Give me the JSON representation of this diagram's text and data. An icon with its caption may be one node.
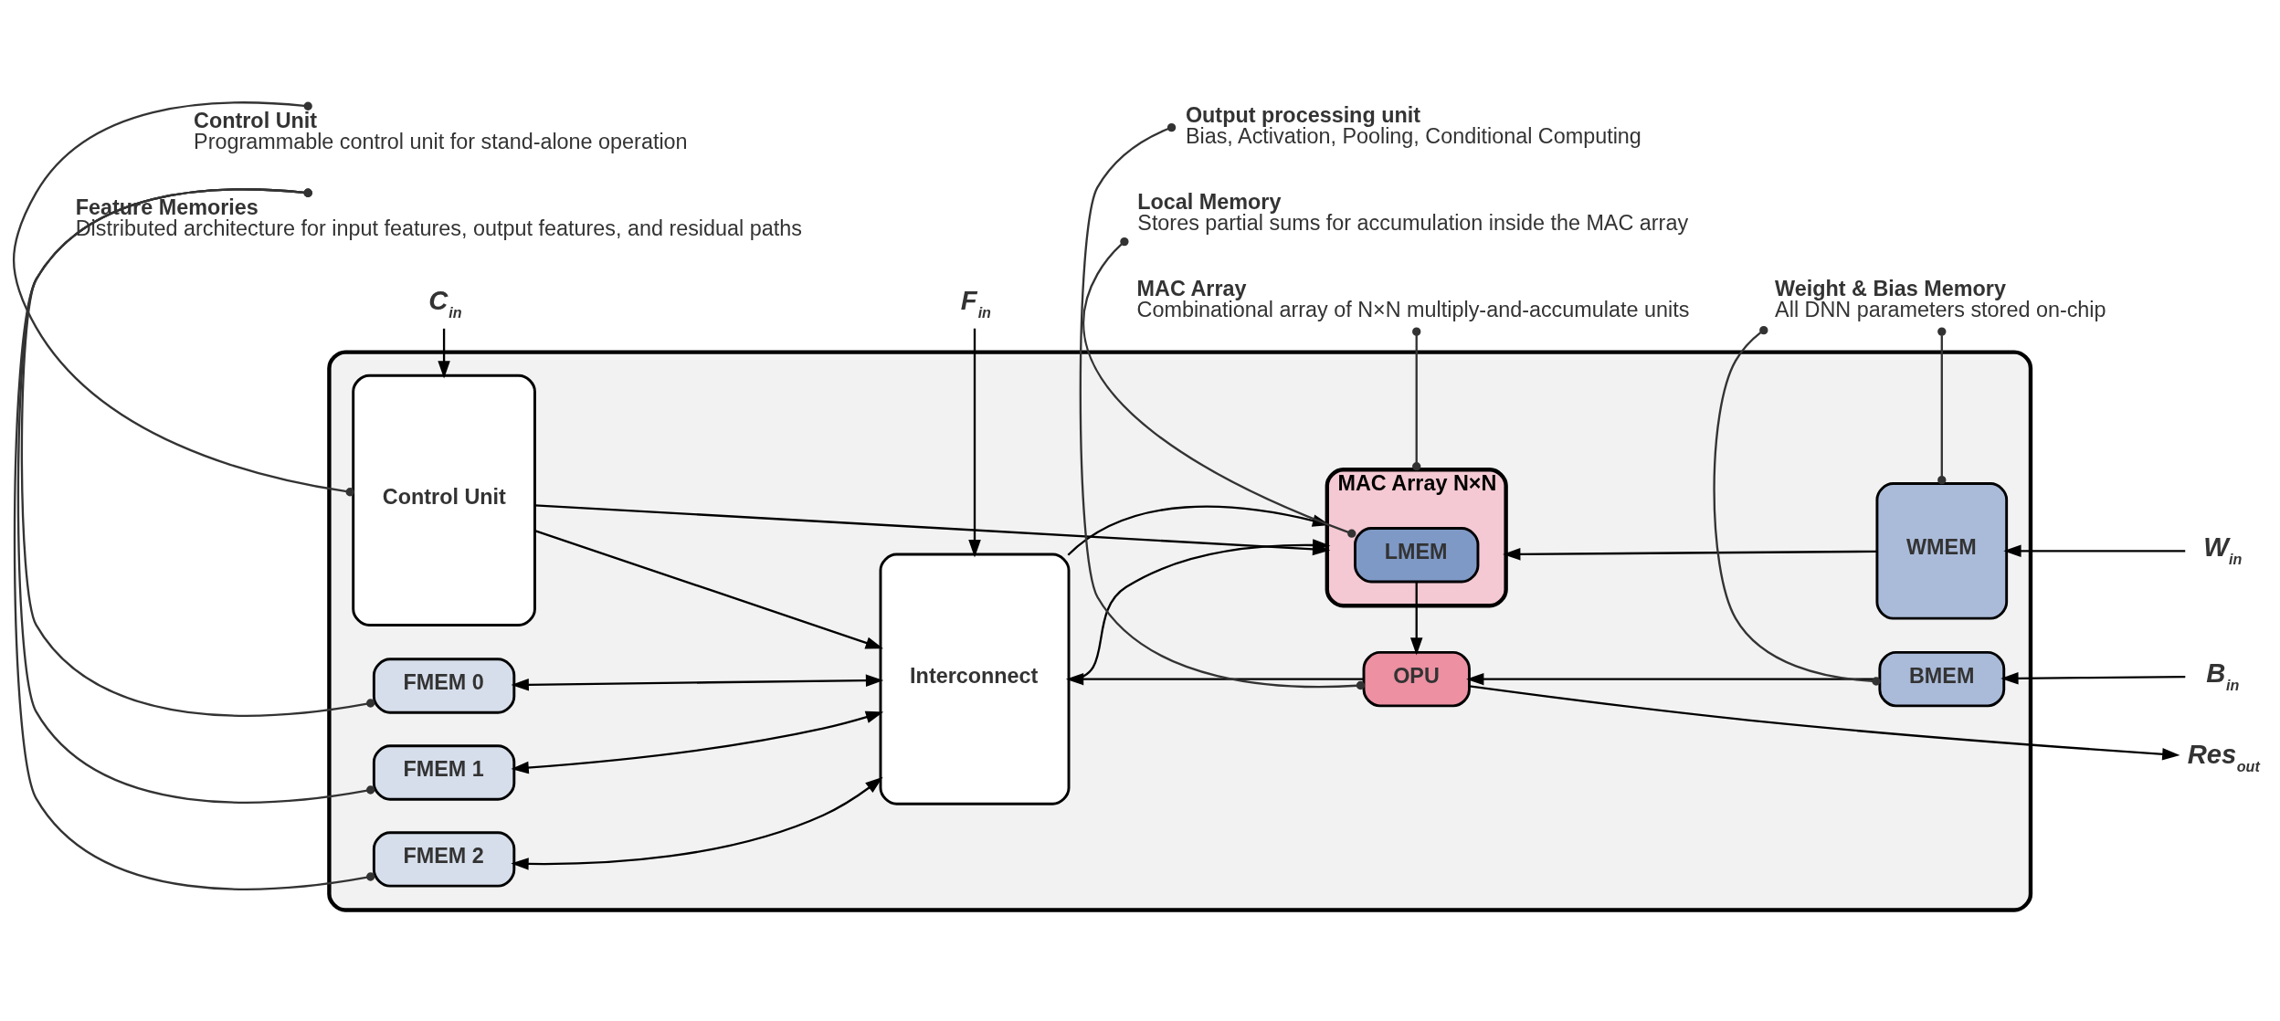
{
  "diagram": {
    "nodes": [
      {
        "text": [],
        "shape": "box"
      },
      {
        "text": [
          "Control Unit"
        ],
        "in": 0
      },
      {
        "text": [
          "FMEM 0"
        ],
        "in": 0
      },
      {
        "text": [
          "FMEM 1"
        ],
        "in": 0
      },
      {
        "text": [
          "FMEM 2"
        ],
        "in": 0
      },
      {
        "text": [
          "Interconnect"
        ],
        "in": 0
      },
      {
        "text": [
          "MAC Array N×N"
        ],
        "in": 0
      },
      {
        "text": [
          "LMEM"
        ],
        "in": 6
      },
      {
        "text": [
          "OPU"
        ],
        "in": 0
      },
      {
        "text": [
          "WMEM"
        ],
        "in": 0
      },
      {
        "text": [
          "BMEM"
        ],
        "in": 0
      },
      {
        "text": [
          "C$_{in}$"
        ]
      },
      {
        "text": [
          "F$_{in}$"
        ]
      },
      {
        "text": [
          "W$_{in}$"
        ]
      },
      {
        "text": [
          "B$_{in}$"
        ]
      },
      {
        "text": [
          "Res$_{out}$"
        ]
      },
      {
        "text": [
          "Feature Memories",
          "Distributed architecture for input features, output features, and residual paths"
        ]
      },
      {
        "text": [
          "MAC Array",
          "Combinational array of N×N multiply-and-accumulate units"
        ]
      },
      {
        "text": [
          "Weight & Bias Memory",
          "All DNN parameters stored on-chip"
        ]
      },
      {
        "text": [
          "Control Unit",
          "Programmable control unit for stand-alone operation"
        ]
      },
      {
        "text": [
          "Local Memory",
          "Stores partial sums for accumulation inside the MAC array"
        ]
      },
      {
        "text": [
          "Output processing unit",
          "Bias, Activation, Pooling, Conditional Computing"
        ]
      }
    ],
    "edges": [
      {
        "from": 1,
        "to": 5,
        "arrow": "to"
      },
      {
        "from": 1,
        "to": 6,
        "arrow": "to"
      },
      {
        "from": 2,
        "to": 5,
        "arrow": "both"
      },
      {
        "from": 3,
        "to": 5,
        "arrow": "both"
      },
      {
        "from": 4,
        "to": 5,
        "arrow": "both"
      },
      {
        "from": 5,
        "to": 6,
        "arrow": "to"
      },
      {
        "from": 5,
        "to": 6,
        "arrow": "to"
      },
      {
        "from": 9,
        "to": 6,
        "arrow": "to"
      },
      {
        "from": 7,
        "to": 8,
        "arrow": "to"
      },
      {
        "from": 8,
        "to": 5,
        "arrow": "to"
      },
      {
        "from": 10,
        "to": 8,
        "arrow": "to"
      },
      {
        "from": 11,
        "to": 1,
        "arrow": "to"
      },
      {
        "from": 12,
        "to": 5,
        "arrow": "to"
      },
      {
        "from": 13,
        "to": 9,
        "arrow": "to"
      },
      {
        "from": 14,
        "to": 10,
        "arrow": "to"
      },
      {
        "from": 8,
        "to": 15,
        "arrow": "to"
      },
      {
        "from": 16,
        "to": 2,
        "arrow": "other"
      },
      {
        "from": 16,
        "to": 3,
        "arrow": "other"
      },
      {
        "from": 16,
        "to": 4,
        "arrow": "other"
      },
      {
        "from": 17,
        "to": 6,
        "arrow": "other"
      },
      {
        "from": 18,
        "to": 9,
        "arrow": "other"
      },
      {
        "from": 18,
        "to": 10,
        "arrow": "other"
      },
      {
        "from": 19,
        "to": 1,
        "arrow": "other"
      },
      {
        "from": 20,
        "to": 7,
        "arrow": "other"
      },
      {
        "from": 21,
        "to": 8,
        "arrow": "other"
      }
    ]
  }
}
